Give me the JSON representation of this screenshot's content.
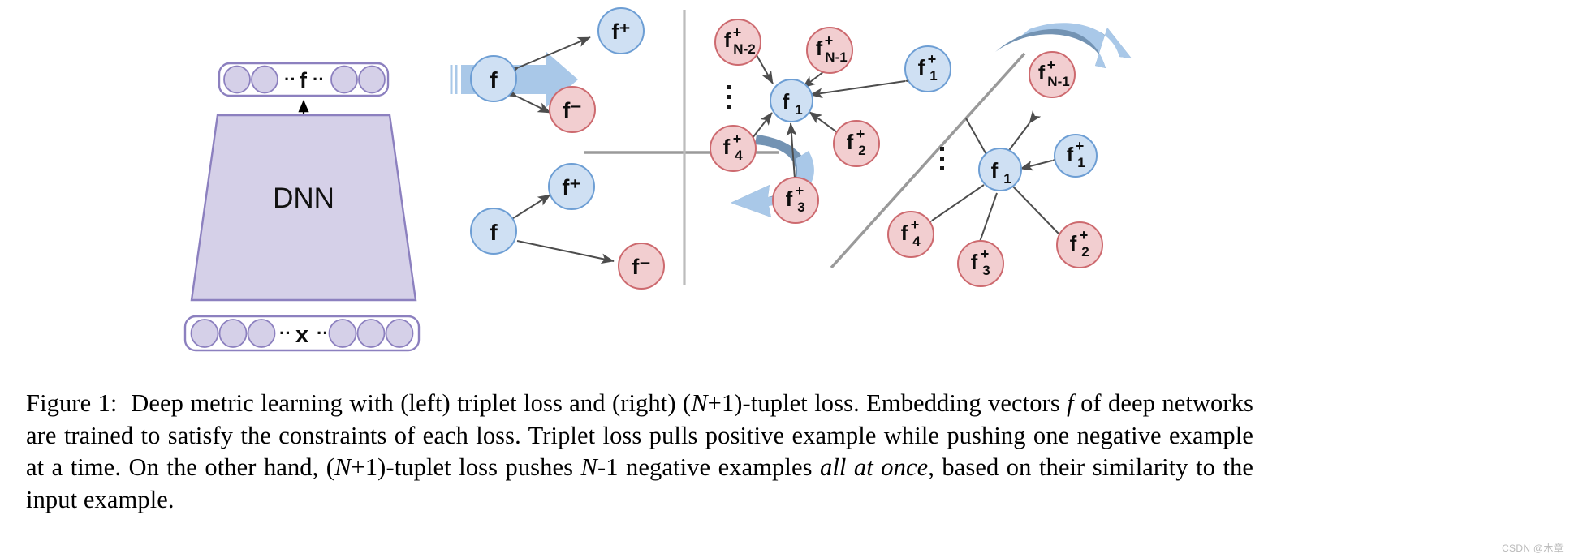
{
  "figure": {
    "left_panel": {
      "dnn_label": "DNN",
      "embedding_box": {
        "name": "embedding-vector",
        "symbol": "f",
        "ellipsis": "··",
        "circle_count_left": 2,
        "circle_count_right": 2
      },
      "input_box": {
        "name": "input-vector",
        "symbol": "x",
        "ellipsis": "··",
        "circle_count_left": 3,
        "circle_count_right": 3
      },
      "triplet_before": {
        "anchor": "f",
        "positive": "f⁺",
        "negative": "f⁻"
      },
      "triplet_after": {
        "anchor": "f",
        "positive": "f⁺",
        "negative": "f⁻"
      }
    },
    "right_panel": {
      "cluster_before": {
        "anchor": "f",
        "anchor_sub": "1",
        "vertical_ellipsis": "⋮",
        "nodes": [
          {
            "base": "f",
            "sup": "+",
            "sub": "N-2",
            "color": "red"
          },
          {
            "base": "f",
            "sup": "+",
            "sub": "N-1",
            "color": "red"
          },
          {
            "base": "f",
            "sup": "+",
            "sub": "1",
            "color": "blue"
          },
          {
            "base": "f",
            "sup": "+",
            "sub": "4",
            "color": "red"
          },
          {
            "base": "f",
            "sup": "+",
            "sub": "2",
            "color": "red"
          },
          {
            "base": "f",
            "sup": "+",
            "sub": "3",
            "color": "red"
          }
        ]
      },
      "cluster_after": {
        "anchor": "f",
        "anchor_sub": "1",
        "vertical_ellipsis": "⋮",
        "nodes": [
          {
            "base": "f",
            "sup": "+",
            "sub": "N-1",
            "color": "red"
          },
          {
            "base": "f",
            "sup": "+",
            "sub": "1",
            "color": "blue"
          },
          {
            "base": "f",
            "sup": "+",
            "sub": "4",
            "color": "red"
          },
          {
            "base": "f",
            "sup": "+",
            "sub": "2",
            "color": "red"
          },
          {
            "base": "f",
            "sup": "+",
            "sub": "3",
            "color": "red"
          }
        ]
      }
    },
    "colors": {
      "blue_fill": "#cfe0f3",
      "blue_stroke": "#6d9ed4",
      "red_fill": "#f2ced0",
      "red_stroke": "#cd6a6f",
      "purple_fill": "#d5d0e8",
      "purple_stroke": "#8c80bf",
      "arrow_blue_light": "#a9c8e8",
      "arrow_blue_dark": "#7393b3",
      "line_gray": "#9a9a9a",
      "connector_gray": "#4d4d4d"
    }
  },
  "caption": {
    "label": "Figure 1:",
    "text": "Deep metric learning with (left) triplet loss and (right) (N+1)-tuplet loss. Embedding vectors f of deep networks are trained to satisfy the constraints of each loss. Triplet loss pulls positive example while pushing one negative example at a time. On the other hand, (N+1)-tuplet loss pushes N-1 negative examples all at once, based on their similarity to the input example.",
    "seg1": "Deep metric learning with (left) triplet loss and (right) (",
    "seg_n1": "N",
    "seg2": "+1)-tuplet loss.  Embedding vectors ",
    "seg_f": "f",
    "seg3": " of deep networks are trained to satisfy the constraints of each loss.  Triplet loss pulls positive example while pushing one negative example at a time.  On the other hand, (",
    "seg_n2": "N",
    "seg4": "+1)-tuplet loss pushes ",
    "seg_n3": "N",
    "seg5": "-1 negative examples ",
    "seg_italic": "all at once",
    "seg6": ", based on their similarity to the input example."
  },
  "watermark": {
    "text": "CSDN @木章"
  }
}
